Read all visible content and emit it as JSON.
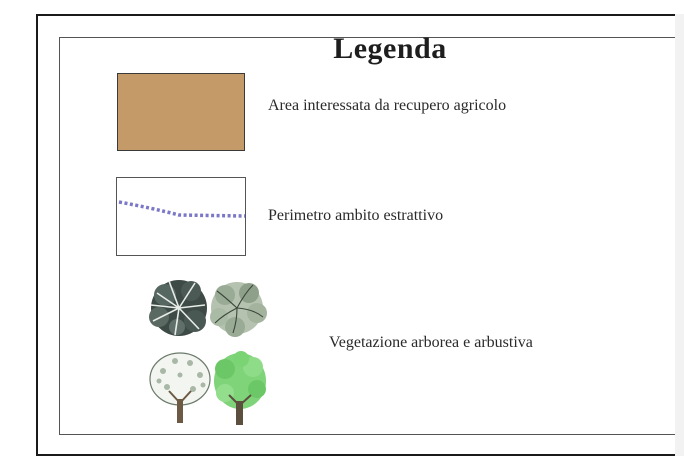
{
  "legend": {
    "title": "Legenda",
    "items": [
      {
        "label": "Area interessata da recupero agricolo",
        "color": "#c39a68",
        "icon": "brown-area-swatch"
      },
      {
        "label": "Perimetro ambito estrattivo",
        "color": "#7b78c8",
        "icon": "dotted-perimeter-line"
      },
      {
        "label": "Vegetazione arborea e arbustiva",
        "color": "#6fbf6a",
        "icon": "tree-symbols"
      }
    ]
  }
}
